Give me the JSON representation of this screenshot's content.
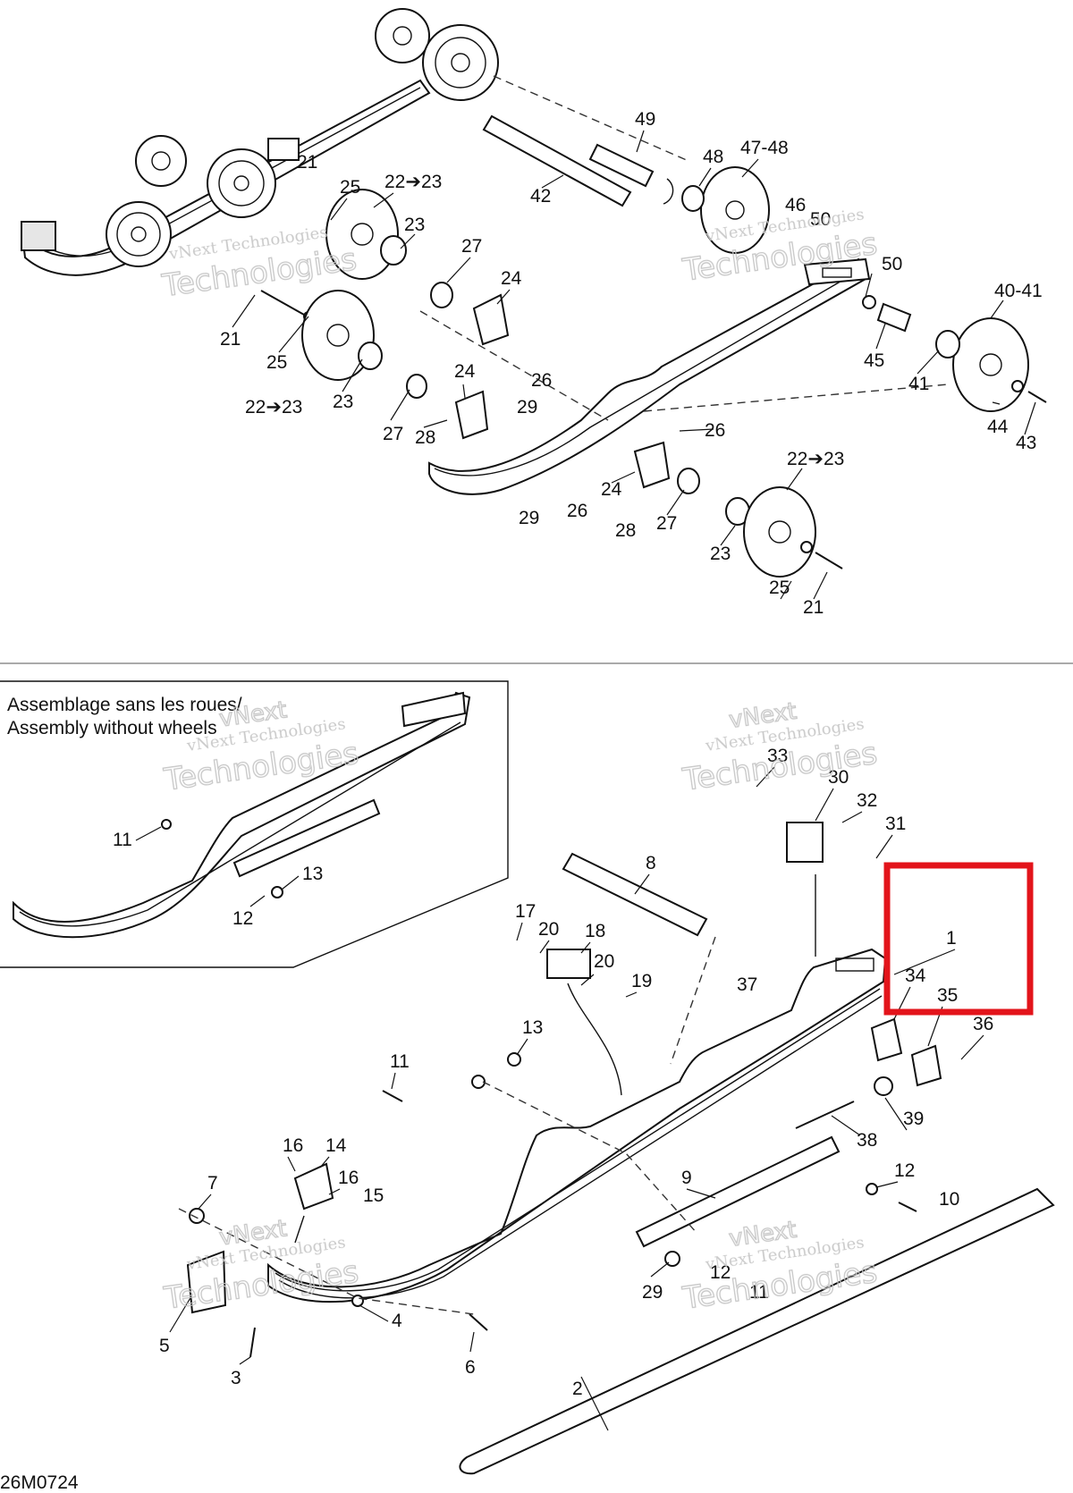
{
  "figure_code": "26M0724",
  "inset_caption": {
    "line1": "Assemblage sans les roues/",
    "line2": "Assembly without wheels"
  },
  "watermark": {
    "line1": "vNext Technologies",
    "line2": "vNext",
    "line3": "Technologies"
  },
  "highlight_color": "#e3141b",
  "callouts_upper": [
    "49",
    "48",
    "47-48",
    "42",
    "25",
    "22➔23",
    "23",
    "27",
    "24",
    "21",
    "46",
    "50",
    "50",
    "40-41",
    "21",
    "25",
    "23",
    "22➔23",
    "27",
    "24",
    "28",
    "26",
    "29",
    "26",
    "45",
    "41",
    "44",
    "43",
    "22➔23",
    "24",
    "29",
    "26",
    "28",
    "27",
    "23",
    "25",
    "21"
  ],
  "callouts_inset": [
    "11",
    "13",
    "12"
  ],
  "callouts_lower": [
    "33",
    "30",
    "32",
    "31",
    "8",
    "17",
    "20",
    "18",
    "20",
    "19",
    "1",
    "34",
    "35",
    "37",
    "36",
    "13",
    "11",
    "39",
    "38",
    "16",
    "14",
    "16",
    "15",
    "7",
    "12",
    "10",
    "9",
    "12",
    "11",
    "29",
    "4",
    "5",
    "3",
    "6",
    "2"
  ]
}
